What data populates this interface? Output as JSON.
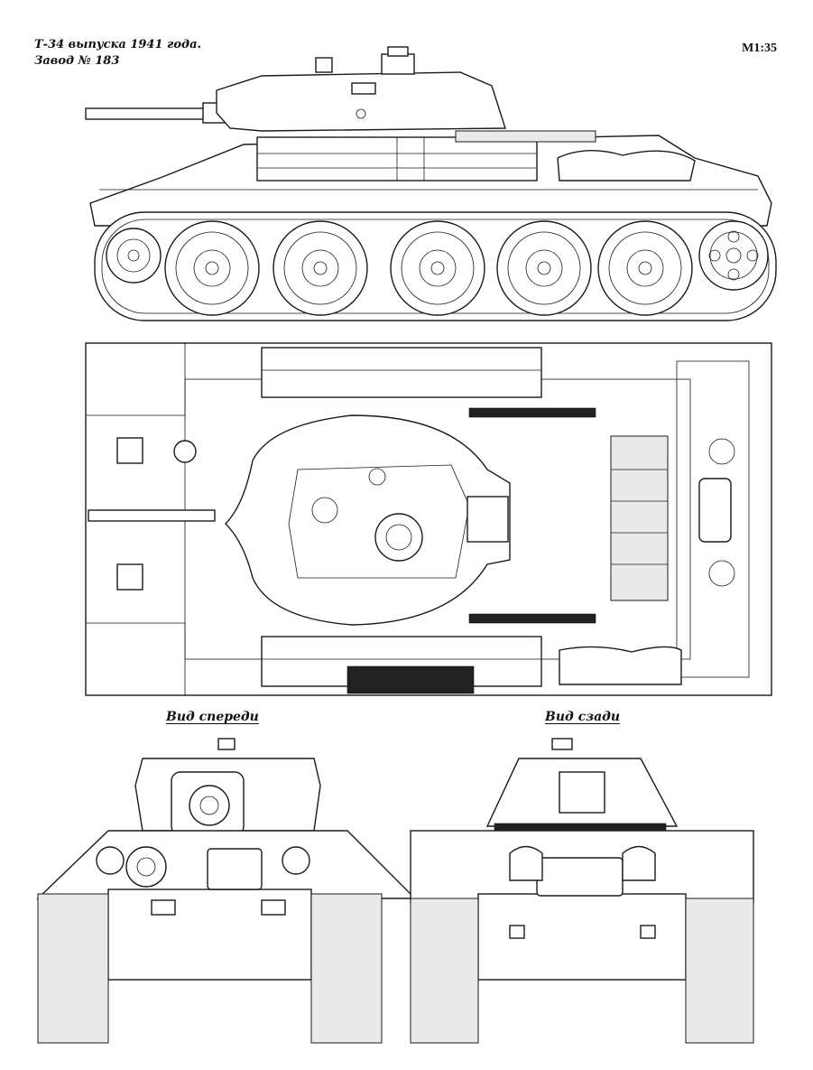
{
  "header": {
    "title_line1": "Т-34 выпуска 1941 года.",
    "title_line2": "Завод № 183",
    "scale": "M1:35"
  },
  "captions": {
    "front_view": "Вид спереди",
    "rear_view": "Вид сзади"
  },
  "colors": {
    "line": "#1a1a1a",
    "background": "#ffffff"
  }
}
